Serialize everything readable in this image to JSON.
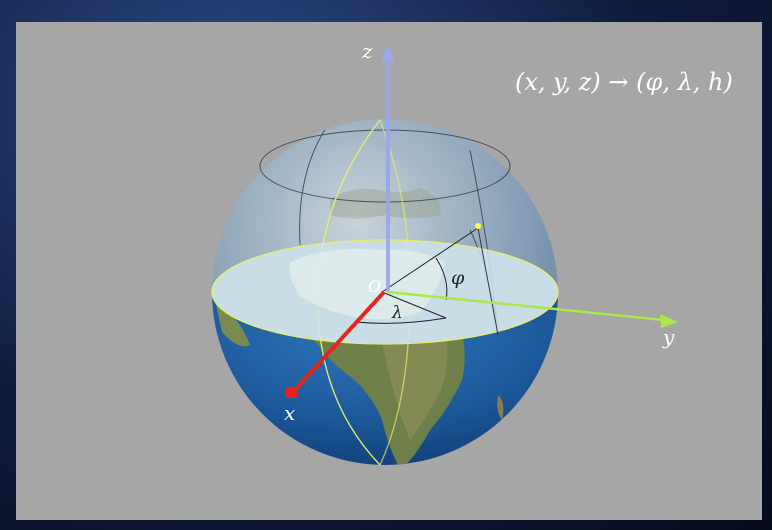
{
  "formula": "(x, y, z) → (φ, λ, h)",
  "axes": {
    "x_label": "x",
    "y_label": "y",
    "z_label": "z",
    "origin_label": "O"
  },
  "angles": {
    "latitude_label": "φ",
    "longitude_label": "λ"
  },
  "colors": {
    "x_axis": "#e8231b",
    "y_axis": "#a8e84a",
    "z_axis": "#9aa6f0",
    "equator_plane": "#cfe6f2",
    "ocean": "#1f5c9e",
    "meridian": "#e8ef6a",
    "point": "#ffff3a",
    "panel": "#a6a6a6"
  }
}
